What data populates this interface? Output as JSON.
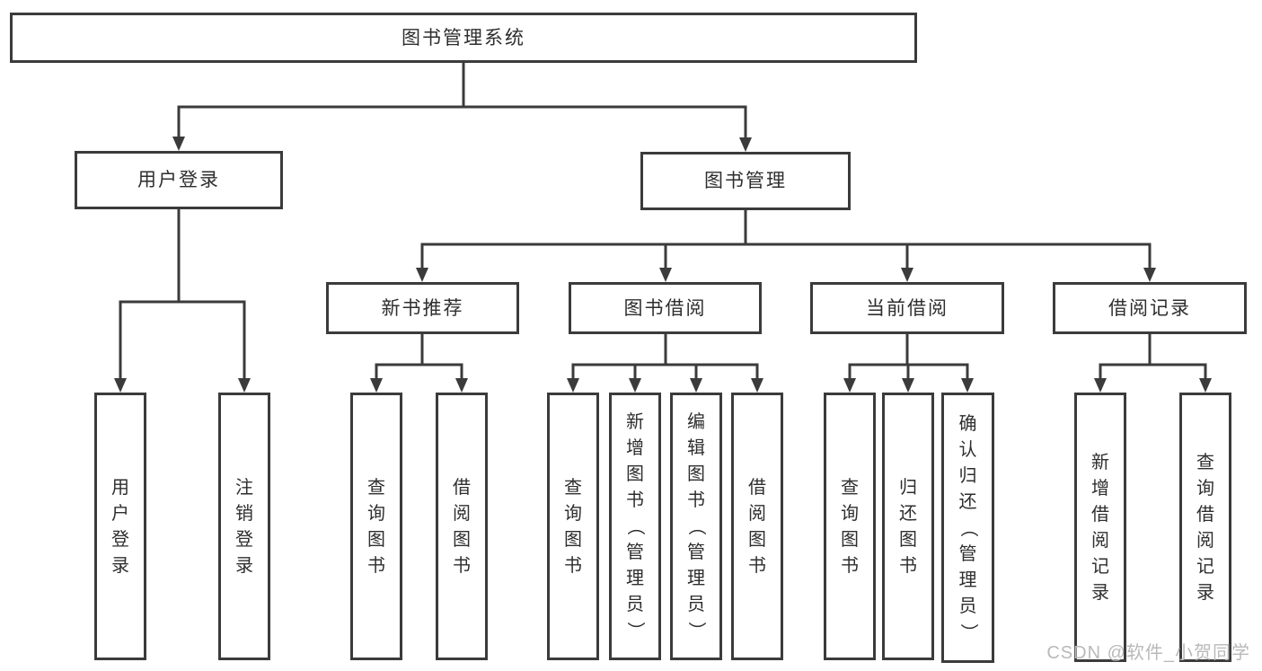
{
  "diagram": {
    "type": "hierarchy-tree",
    "title": "图书管理系统",
    "tree": {
      "label": "图书管理系统",
      "children": [
        {
          "label": "用户登录",
          "children": [
            {
              "label": "用户登录"
            },
            {
              "label": "注销登录"
            }
          ]
        },
        {
          "label": "图书管理",
          "children": [
            {
              "label": "新书推荐",
              "children": [
                {
                  "label": "查询图书"
                },
                {
                  "label": "借阅图书"
                }
              ]
            },
            {
              "label": "图书借阅",
              "children": [
                {
                  "label": "查询图书"
                },
                {
                  "label": "新增图书（管理员）"
                },
                {
                  "label": "编辑图书（管理员）"
                },
                {
                  "label": "借阅图书"
                }
              ]
            },
            {
              "label": "当前借阅",
              "children": [
                {
                  "label": "查询图书"
                },
                {
                  "label": "归还图书"
                },
                {
                  "label": "确认归还（管理员）"
                }
              ]
            },
            {
              "label": "借阅记录",
              "children": [
                {
                  "label": "新增借阅记录"
                },
                {
                  "label": "查询借阅记录"
                }
              ]
            }
          ]
        }
      ]
    },
    "colors": {
      "line": "#3b3b3b",
      "box_border": "#3b3b3b",
      "box_fill": "#ffffff",
      "text": "#2e2e2e",
      "background": "#ffffff",
      "watermark": "#b9b9b9"
    },
    "watermark": "CSDN @软件_小贺同学"
  }
}
